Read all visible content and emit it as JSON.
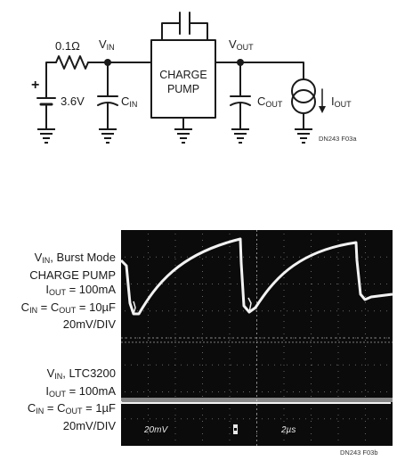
{
  "schematic": {
    "resistor_label": "0.1Ω",
    "battery_plus": "+",
    "battery_voltage": "3.6V",
    "vin": {
      "main": "V",
      "sub": "IN"
    },
    "vout": {
      "main": "V",
      "sub": "OUT"
    },
    "cin": {
      "main": "C",
      "sub": "IN"
    },
    "cout": {
      "main": "C",
      "sub": "OUT"
    },
    "iout": {
      "main": "I",
      "sub": "OUT"
    },
    "pump_line1": "CHARGE",
    "pump_line2": "PUMP",
    "figure_id": "DN243 F03a"
  },
  "scope": {
    "upper_caption": {
      "line1_main": "V",
      "line1_sub": "IN",
      "line1_rest": ", Burst Mode",
      "line2": "CHARGE PUMP",
      "line3_main": "I",
      "line3_sub": "OUT",
      "line3_rest": " = 100mA",
      "line4_a": "C",
      "line4_a_sub": "IN",
      "line4_b": " = C",
      "line4_b_sub": "OUT",
      "line4_rest": " = 10µF",
      "line5": "20mV/DIV"
    },
    "lower_caption": {
      "line1_main": "V",
      "line1_sub": "IN",
      "line1_rest": ", LTC3200",
      "line2_main": "I",
      "line2_sub": "OUT",
      "line2_rest": " = 100mA",
      "line3_a": "C",
      "line3_a_sub": "IN",
      "line3_b": " = C",
      "line3_b_sub": "OUT",
      "line3_rest": " = 1µF",
      "line4": "20mV/DIV"
    },
    "screen_readouts": {
      "left": "20mV",
      "right": "2µs"
    },
    "figure_id": "DN243 F03b",
    "colors": {
      "screen": "#0b0b0b",
      "trace": "#f2f2f2",
      "grid": "#8a8a8a"
    }
  }
}
